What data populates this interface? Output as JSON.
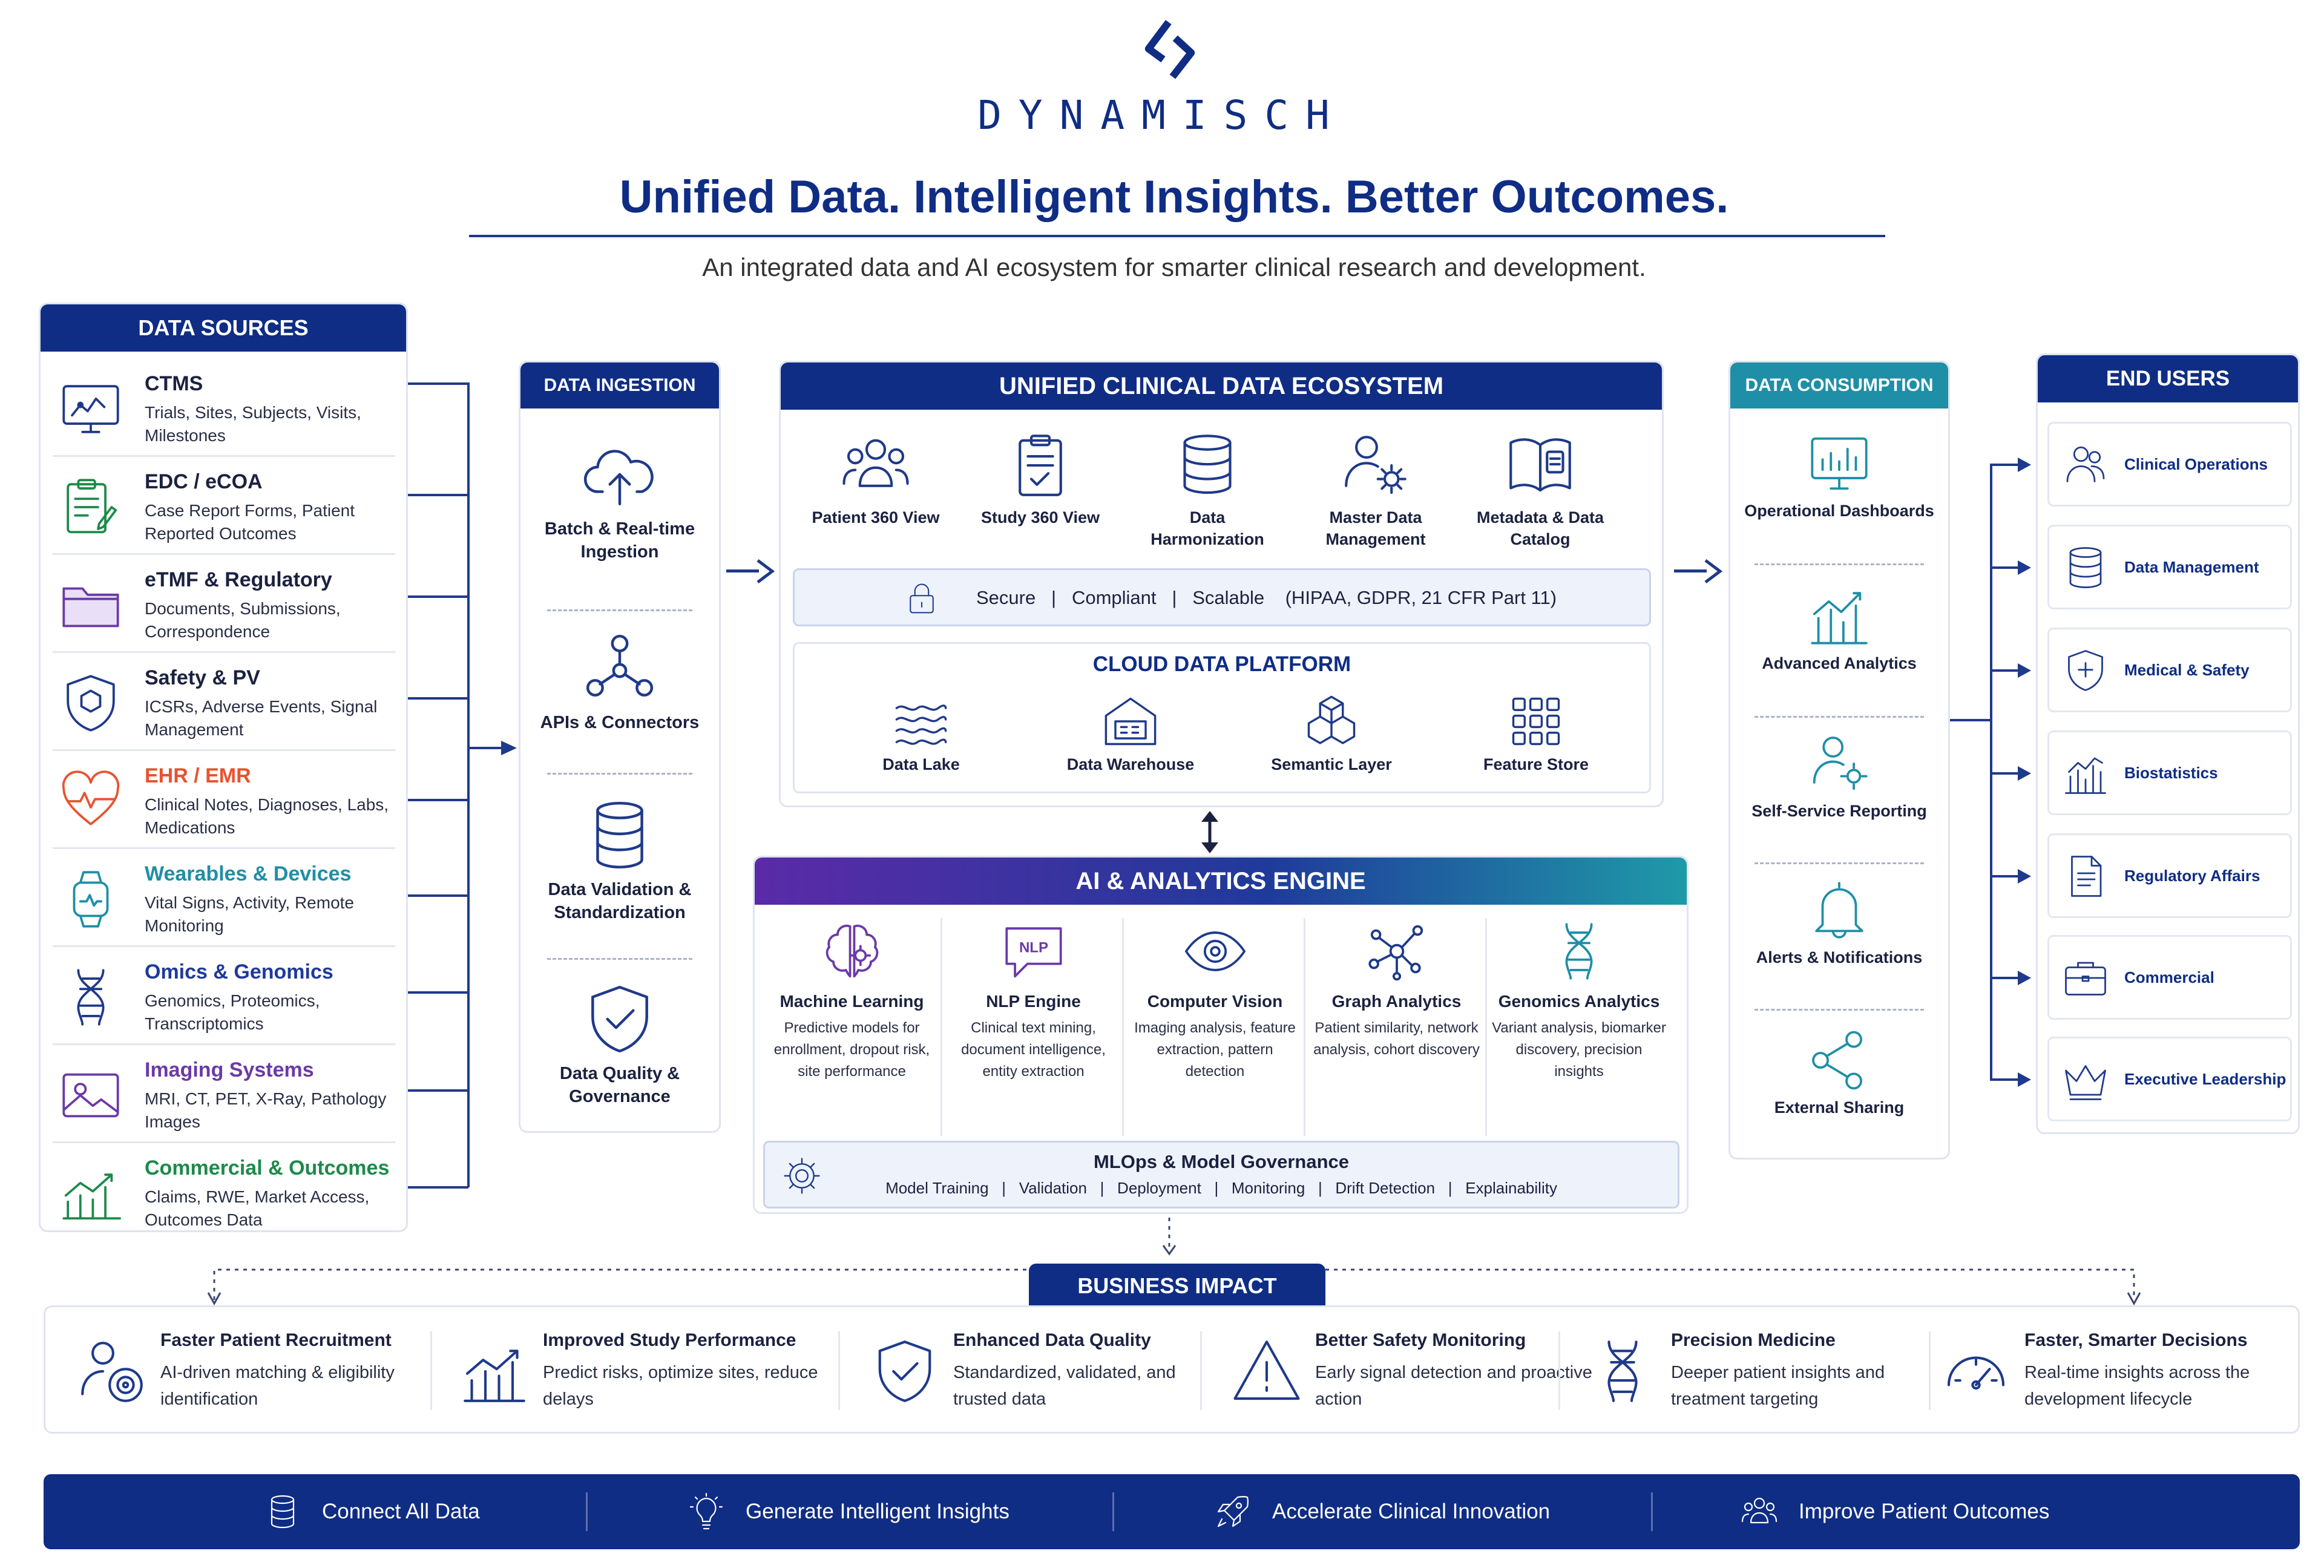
{
  "brand": {
    "name": "DYNAMISCH"
  },
  "headline": "Unified Data. Intelligent Insights. Better Outcomes.",
  "subtitle": "An integrated data and AI ecosystem for smarter clinical research and development.",
  "data_sources": {
    "title": "DATA SOURCES",
    "items": [
      {
        "title": "CTMS",
        "desc": "Trials, Sites, Subjects, Visits, Milestones",
        "icon": "monitor-chart-icon",
        "color": "#1b2240"
      },
      {
        "title": "EDC / eCOA",
        "desc": "Case Report Forms, Patient Reported Outcomes",
        "icon": "clipboard-pen-icon",
        "color": "#1b2240"
      },
      {
        "title": "eTMF & Regulatory",
        "desc": "Documents, Submissions, Correspondence",
        "icon": "folder-icon",
        "color": "#1b2240"
      },
      {
        "title": "Safety & PV",
        "desc": "ICSRs, Adverse Events, Signal Management",
        "icon": "shield-icon",
        "color": "#1b2240"
      },
      {
        "title": "EHR / EMR",
        "desc": "Clinical Notes, Diagnoses, Labs, Medications",
        "icon": "heart-pulse-icon",
        "color": "#e8532f"
      },
      {
        "title": "Wearables & Devices",
        "desc": "Vital Signs, Activity, Remote Monitoring",
        "icon": "smartwatch-icon",
        "color": "#1e8fa6"
      },
      {
        "title": "Omics & Genomics",
        "desc": "Genomics, Proteomics, Transcriptomics",
        "icon": "dna-icon",
        "color": "#1f3a9a"
      },
      {
        "title": "Imaging Systems",
        "desc": "MRI, CT, PET, X-Ray, Pathology Images",
        "icon": "image-icon",
        "color": "#6b3aa8"
      },
      {
        "title": "Commercial & Outcomes",
        "desc": "Claims, RWE, Market Access, Outcomes Data",
        "icon": "growth-chart-icon",
        "color": "#1d8a4a"
      }
    ]
  },
  "data_ingestion": {
    "title": "DATA INGESTION",
    "items": [
      {
        "label": "Batch & Real-time Ingestion",
        "icon": "cloud-upload-icon"
      },
      {
        "label": "APIs & Connectors",
        "icon": "network-nodes-icon"
      },
      {
        "label": "Data Validation & Standardization",
        "icon": "database-icon"
      },
      {
        "label": "Data Quality & Governance",
        "icon": "shield-check-icon"
      }
    ]
  },
  "ecosystem": {
    "title": "UNIFIED CLINICAL DATA ECOSYSTEM",
    "items": [
      {
        "label": "Patient 360 View",
        "icon": "people-group-icon"
      },
      {
        "label": "Study 360 View",
        "icon": "clipboard-check-icon"
      },
      {
        "label": "Data Harmonization",
        "icon": "database-stack-icon"
      },
      {
        "label": "Master Data Management",
        "icon": "user-gear-icon"
      },
      {
        "label": "Metadata & Data Catalog",
        "icon": "book-catalog-icon"
      }
    ],
    "compliance": {
      "text": "Secure   |   Compliant   |   Scalable    (HIPAA, GDPR, 21 CFR Part 11)",
      "icon": "lock-icon"
    },
    "cloud": {
      "title": "CLOUD DATA PLATFORM",
      "items": [
        {
          "label": "Data Lake",
          "icon": "waves-icon"
        },
        {
          "label": "Data Warehouse",
          "icon": "warehouse-icon"
        },
        {
          "label": "Semantic Layer",
          "icon": "cubes-icon"
        },
        {
          "label": "Feature Store",
          "icon": "grid-icon"
        }
      ]
    }
  },
  "ai_engine": {
    "title": "AI & ANALYTICS ENGINE",
    "items": [
      {
        "title": "Machine Learning",
        "desc": "Predictive models for enrollment, dropout risk, site performance",
        "icon": "brain-gear-icon"
      },
      {
        "title": "NLP Engine",
        "desc": "Clinical text mining, document intelligence, entity extraction",
        "icon": "nlp-bubble-icon"
      },
      {
        "title": "Computer Vision",
        "desc": "Imaging analysis, feature extraction, pattern detection",
        "icon": "eye-icon"
      },
      {
        "title": "Graph Analytics",
        "desc": "Patient similarity, network analysis, cohort discovery",
        "icon": "graph-network-icon"
      },
      {
        "title": "Genomics Analytics",
        "desc": "Variant analysis, biomarker discovery, precision insights",
        "icon": "dna-icon"
      }
    ],
    "mlops": {
      "title": "MLOps & Model Governance",
      "list": "Model Training   |   Validation   |   Deployment   |   Monitoring   |   Drift Detection   |   Explainability",
      "icon": "gear-icon"
    }
  },
  "data_consumption": {
    "title": "DATA CONSUMPTION",
    "items": [
      {
        "label": "Operational Dashboards",
        "icon": "dashboard-monitor-icon"
      },
      {
        "label": "Advanced Analytics",
        "icon": "analytics-chart-icon"
      },
      {
        "label": "Self-Service Reporting",
        "icon": "user-gear-icon"
      },
      {
        "label": "Alerts & Notifications",
        "icon": "bell-icon"
      },
      {
        "label": "External Sharing",
        "icon": "share-icon"
      }
    ]
  },
  "end_users": {
    "title": "END USERS",
    "items": [
      {
        "label": "Clinical Operations",
        "icon": "users-icon"
      },
      {
        "label": "Data Management",
        "icon": "database-icon"
      },
      {
        "label": "Medical & Safety",
        "icon": "medical-shield-icon"
      },
      {
        "label": "Biostatistics",
        "icon": "bar-chart-icon"
      },
      {
        "label": "Regulatory Affairs",
        "icon": "document-icon"
      },
      {
        "label": "Commercial",
        "icon": "briefcase-icon"
      },
      {
        "label": "Executive Leadership",
        "icon": "crown-icon"
      }
    ]
  },
  "business_impact": {
    "title": "BUSINESS IMPACT",
    "items": [
      {
        "title": "Faster Patient Recruitment",
        "desc": "AI-driven matching & eligibility identification",
        "icon": "user-target-icon"
      },
      {
        "title": "Improved Study Performance",
        "desc": "Predict risks, optimize sites, reduce delays",
        "icon": "growth-bars-icon"
      },
      {
        "title": "Enhanced Data Quality",
        "desc": "Standardized, validated, and trusted data",
        "icon": "shield-check-icon"
      },
      {
        "title": "Better Safety Monitoring",
        "desc": "Early signal detection and proactive action",
        "icon": "warning-icon"
      },
      {
        "title": "Precision Medicine",
        "desc": "Deeper patient insights and treatment targeting",
        "icon": "dna-icon"
      },
      {
        "title": "Faster, Smarter Decisions",
        "desc": "Real-time insights across the development lifecycle",
        "icon": "speedometer-icon"
      }
    ]
  },
  "footer": {
    "items": [
      {
        "label": "Connect All Data",
        "icon": "database-icon"
      },
      {
        "label": "Generate Intelligent Insights",
        "icon": "lightbulb-icon"
      },
      {
        "label": "Accelerate Clinical Innovation",
        "icon": "rocket-icon"
      },
      {
        "label": "Improve Patient Outcomes",
        "icon": "people-group-icon"
      }
    ]
  },
  "colors": {
    "navy": "#0f2d84",
    "teal": "#1e8fa6",
    "purple": "#5b2aa8"
  }
}
